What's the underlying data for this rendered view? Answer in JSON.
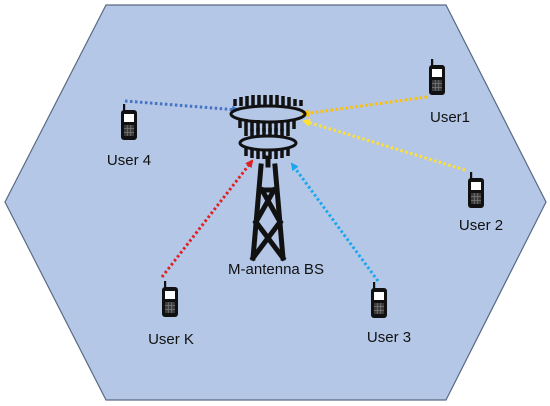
{
  "colors": {
    "cell_fill": "#b4c7e7",
    "cell_stroke": "#5a6a83",
    "link_blue": "#4472c4",
    "link_yellow": "#ffc000",
    "link_light_yellow": "#ffe033",
    "link_red": "#e02020",
    "link_cyan": "#1aa7ec",
    "device": "#111111"
  },
  "labels": {
    "bs": "M-antenna BS",
    "user1": "User1",
    "user2": "User 2",
    "user3": "User 3",
    "user4": "User 4",
    "userk": "User K"
  }
}
